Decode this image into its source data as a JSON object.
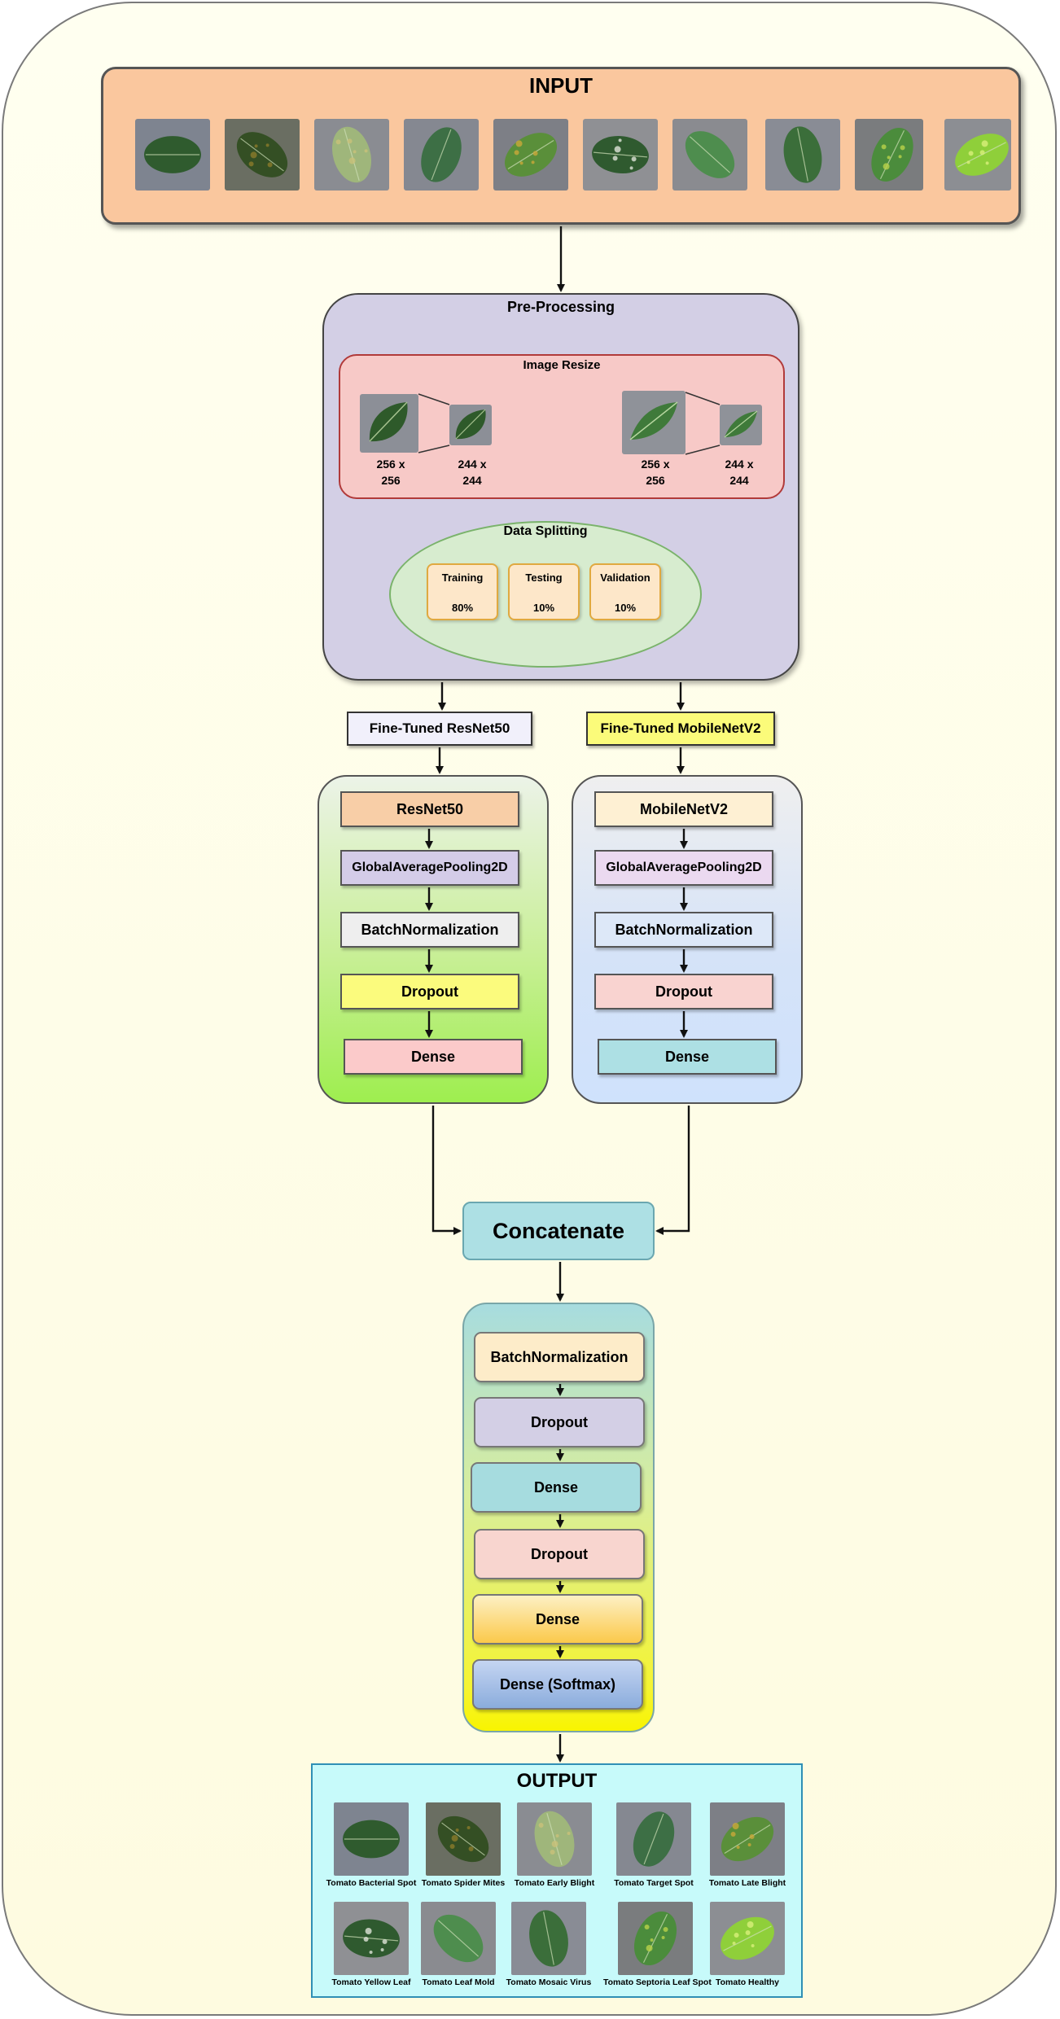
{
  "input": {
    "title": "INPUT",
    "thumbnails": [
      "leaf-icon",
      "leaf-icon",
      "leaf-icon",
      "leaf-icon",
      "leaf-icon",
      "leaf-icon",
      "leaf-icon",
      "leaf-icon",
      "leaf-icon",
      "leaf-icon"
    ]
  },
  "preprocessing": {
    "title": "Pre-Processing",
    "image_resize": {
      "title": "Image Resize",
      "pairs": [
        {
          "from": [
            "256 x",
            "256"
          ],
          "to": [
            "244 x",
            "244"
          ]
        },
        {
          "from": [
            "256 x",
            "256"
          ],
          "to": [
            "244 x",
            "244"
          ]
        }
      ]
    },
    "data_splitting": {
      "title": "Data Splitting",
      "splits": [
        {
          "name": "Training",
          "percent": "80%"
        },
        {
          "name": "Testing",
          "percent": "10%"
        },
        {
          "name": "Validation",
          "percent": "10%"
        }
      ]
    }
  },
  "models": {
    "left_label": "Fine-Tuned ResNet50",
    "right_label": "Fine-Tuned MobileNetV2",
    "left_layers": [
      "ResNet50",
      "GlobalAveragePooling2D",
      "BatchNormalization",
      "Dropout",
      "Dense"
    ],
    "right_layers": [
      "MobileNetV2",
      "GlobalAveragePooling2D",
      "BatchNormalization",
      "Dropout",
      "Dense"
    ]
  },
  "concat": {
    "label": "Concatenate"
  },
  "head_layers": [
    "BatchNormalization",
    "Dropout",
    "Dense",
    "Dropout",
    "Dense",
    "Dense (Softmax)"
  ],
  "output": {
    "title": "OUTPUT",
    "row1": [
      "Tomato Bacterial Spot",
      "Tomato Spider Mites",
      "Tomato Early Blight",
      "Tomato Target Spot",
      "Tomato Late Blight"
    ],
    "row2": [
      "Tomato Yellow Leaf",
      "Tomato Leaf Mold",
      "Tomato Mosaic Virus",
      "Tomato Septoria Leaf Spot",
      "Tomato Healthy"
    ]
  },
  "colors": {
    "input_bg": "#fac79e",
    "preprocess_bg": "#d3cfe5",
    "resize_bg": "#f7c9c7",
    "split_bg": "#d7eccf",
    "resnet_label_bg": "#f1f0fb",
    "mobilenet_label_bg": "#fbfb7a",
    "concat_bg": "#ade0e4",
    "output_bg": "#c7fafa"
  }
}
